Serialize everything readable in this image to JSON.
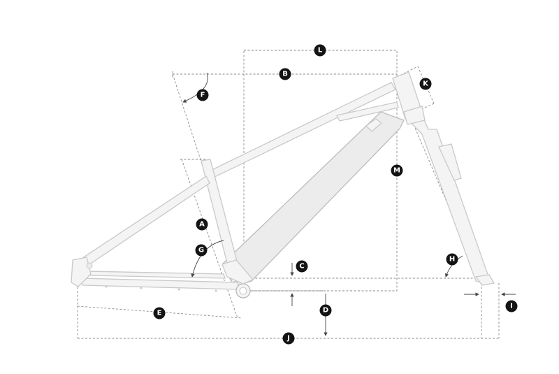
{
  "colors": {
    "frame_fill": "#f4f4f4",
    "frame_stroke": "#c9c9c9",
    "dimension_line": "#8a8a8a",
    "badge": "#141414",
    "badge_text": "#ffffff"
  },
  "labels": {
    "A": "A",
    "B": "B",
    "C": "C",
    "D": "D",
    "E": "E",
    "F": "F",
    "G": "G",
    "H": "H",
    "I": "I",
    "J": "J",
    "K": "K",
    "L": "L",
    "M": "M"
  }
}
